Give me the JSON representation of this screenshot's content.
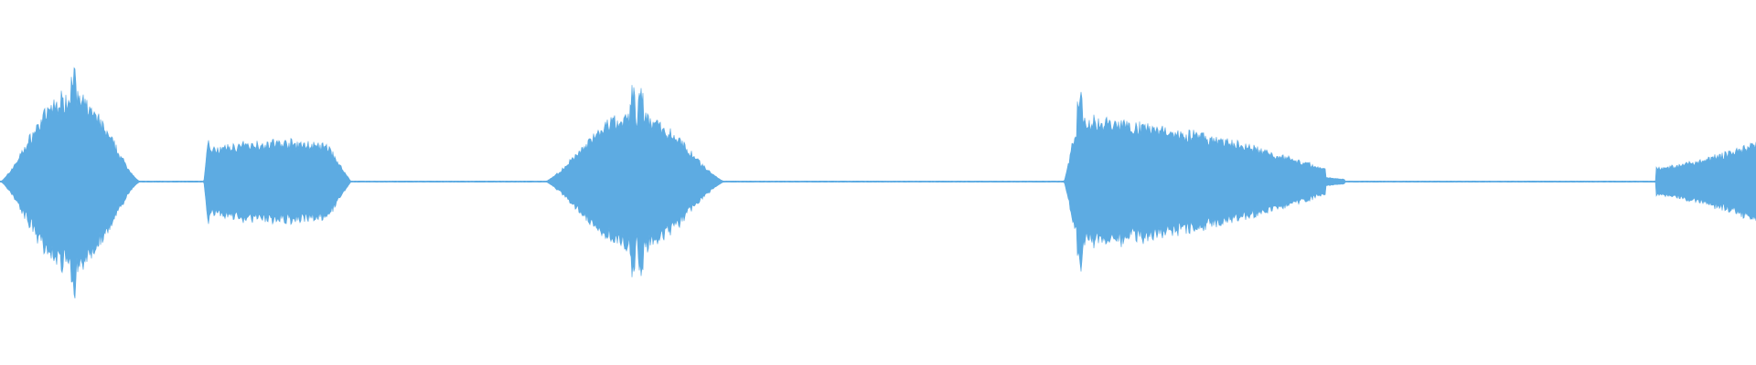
{
  "colors": {
    "background": "#ffffff",
    "waveform": "#5dabe2"
  },
  "waveform": {
    "duration": 1.0,
    "baseline_amplitude": 0.004,
    "segments": [
      {
        "start": 0.0,
        "end": 0.08,
        "peak": 0.62,
        "shape": "burst",
        "spikes": [
          0.042
        ]
      },
      {
        "start": 0.116,
        "end": 0.2,
        "peak": 0.26,
        "shape": "sustain",
        "spikes": [
          0.118
        ]
      },
      {
        "start": 0.31,
        "end": 0.413,
        "peak": 0.48,
        "shape": "burst",
        "spikes": [
          0.36,
          0.365
        ]
      },
      {
        "start": 0.606,
        "end": 0.766,
        "peak": 0.45,
        "shape": "decay",
        "spikes": [
          0.615
        ]
      },
      {
        "start": 0.943,
        "end": 1.0,
        "peak": 0.28,
        "shape": "rise",
        "spikes": []
      }
    ]
  }
}
